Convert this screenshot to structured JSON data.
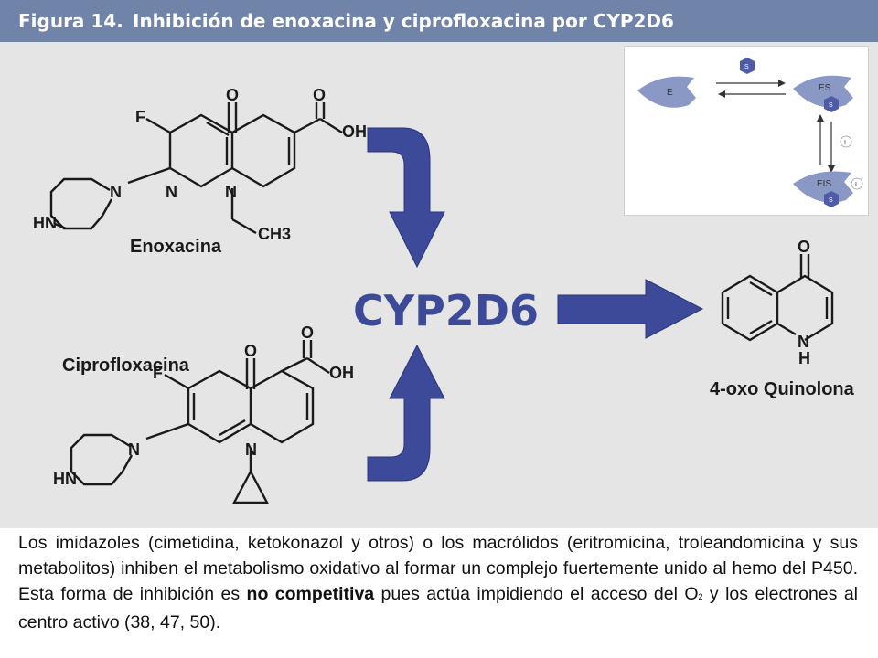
{
  "figure": {
    "label": "Figura 14.",
    "title": "Inhibición de enoxacina y ciprofloxacina por CYP2D6",
    "enzyme": "CYP2D6",
    "compounds": {
      "enoxacina": "Enoxacina",
      "ciprofloxacina": "Ciprofloxacina",
      "product": "4-oxo Quinolona"
    },
    "atoms": {
      "F": "F",
      "O": "O",
      "OH": "OH",
      "N": "N",
      "HN": "HN",
      "H": "H",
      "CH3": "CH3"
    },
    "inset": {
      "E": "E",
      "ES": "ES",
      "EIS": "EIS",
      "S": "S",
      "I": "I"
    },
    "colors": {
      "title_bar": "#6f84a8",
      "arrow_fill": "#3d4a9a",
      "background": "#e5e5e6",
      "enzyme_shape": "#8a98c6"
    }
  },
  "caption": {
    "text_1": "Los imidazoles (cimetidina, ketokonazol y otros) o los macrólidos (eritromicina, troleandomicina y sus metabolitos) inhiben el metabolismo oxidativo al formar un complejo fuertemente unido al hemo del P450. Esta forma de inhibición es ",
    "bold": "no competitiva",
    "text_2": " pues actúa impidiendo el acceso del O",
    "subscript": "2",
    "text_3": " y los electrones al centro activo (38, 47, 50)."
  }
}
